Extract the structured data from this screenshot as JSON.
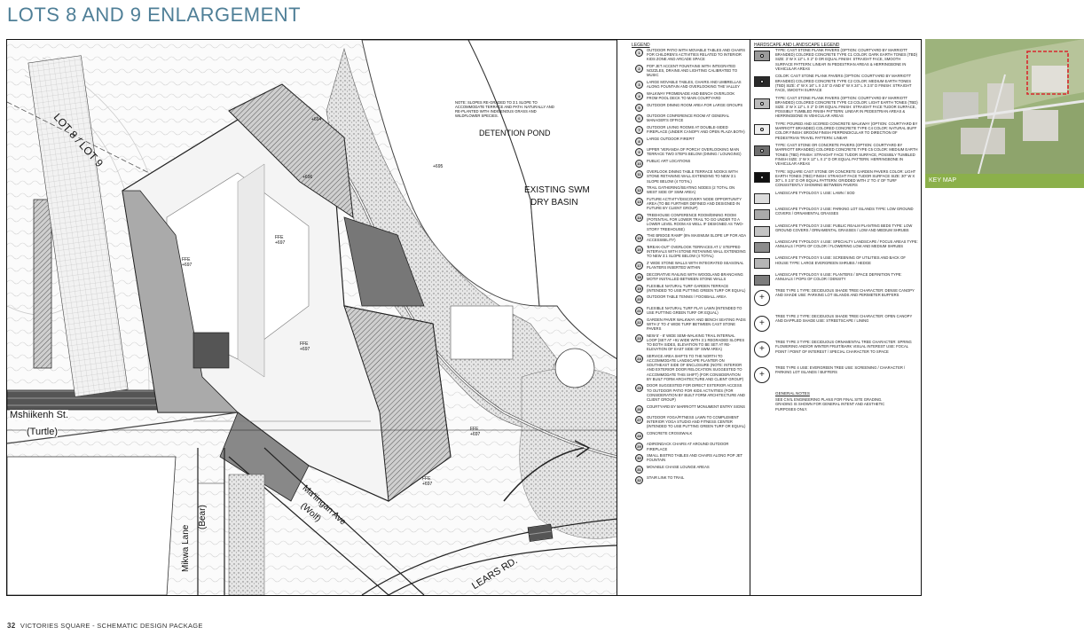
{
  "page": {
    "title": "LOTS 8 AND 9 ENLARGEMENT",
    "page_number": "32",
    "footer_text": "VICTORIES SQUARE - SCHEMATIC DESIGN PACKAGE"
  },
  "plan": {
    "labels": {
      "lot_boundary": "LOT 8 / LOT 9",
      "detention_pond": "DETENTION POND",
      "existing_swm": "EXISTING SWM",
      "dry_basin": "DRY BASIN",
      "street_mshiikenh": "Mshiikenh St.",
      "street_turtle": "(Turtle)",
      "street_mikwa": "Mikwa Lane",
      "street_bear": "(Bear)",
      "street_maiingan": "Ma'iingan Ave",
      "street_wolf": "(Wolf)",
      "lears_rd": "LEARS RD.",
      "slope_note": "NOTE: SLOPES RE-GRADED TO 3:1 SLOPE TO ACCOMMODATE TERRACE AND PATH. NATURALLY AND RE-PLANTED WITH INDIGENOUS GRASS AND WILDFLOWER SPECIES.",
      "ffe_1": "FFE +697",
      "ffe_2": "FFE +697",
      "ffe_3": "FFE +697",
      "ffe_4": "FFE +697",
      "ffe_5": "FFE +697",
      "elev_694": "+694",
      "elev_696": "+696",
      "elev_695": "+695"
    }
  },
  "legend": {
    "heading": "LEGEND",
    "items": [
      {
        "num": "1",
        "text": "OUTDOOR PATIO WITH MOVABLE TABLES AND CHAIRS FOR CHILDREN'S ACTIVITIES RELATED TO INTERIOR KIDS ZONE AND ARCADE SPACE"
      },
      {
        "num": "2",
        "text": "POP JET ACCENT FOUNTAINS WITH INTEGRATED NOZZLES, DRAINS AND LIGHTING CALIBRATED TO MUSIC"
      },
      {
        "num": "3",
        "text": "LARGE MOVABLE TABLES, CHAIRS AND UMBRELLAS ALONG FOUNTAIN AND OVERLOOKING THE VALLEY"
      },
      {
        "num": "4",
        "text": "WALKWAY PROMENADE AND BENCH OVERLOOK FROM POOL DECK TO MAIN COURTYARD"
      },
      {
        "num": "5",
        "text": "OUTDOOR DINING ROOM AREA FOR LARGE GROUPS"
      },
      {
        "num": "6",
        "text": "OUTDOOR CONFERENCE ROOM AT GENERAL MANAGER'S OFFICE"
      },
      {
        "num": "7",
        "text": "OUTDOOR LIVING ROOMS AT DOUBLE-SIDED FIREPLACE (UNDER CANOPY AND OPEN PLAZA BOTH)"
      },
      {
        "num": "8",
        "text": "LARGE OUTDOOR FIREPIT"
      },
      {
        "num": "9",
        "text": "UPPER 'VERANDA OF PORCH' OVERLOOKING MAIN TERRACE TWO STEPS BELOW (DINING / LOUNGING)"
      },
      {
        "num": "10",
        "text": "PUBLIC ART LOCATIONS"
      },
      {
        "num": "11",
        "text": "OVERLOOK DINING TABLE TERRACE NOOKS WITH STONE RETAINING WALL EXTENDING TO NEW 3:1 SLOPE BELOW (4 TOTAL)"
      },
      {
        "num": "12",
        "text": "TRAIL GATHERING/SEATING NODES (2 TOTAL ON WEST SIDE OF SWM AREA)"
      },
      {
        "num": "13",
        "text": "FUTURE ACTIVITY/DISCOVERY NODE OPPORTUNITY AREA (TO BE FURTHER DEFINED AND DESIGNED IN FUTURE BY CLIENT GROUP)"
      },
      {
        "num": "14",
        "text": "TREEHOUSE CONFERENCE ROOM/DINING ROOM (POTENTIAL FOR LOWER TRAIL TO GO UNDER TO A LOWER LEVEL ROOM AS WELL IF DESIGNED AS TWO-STORY TREEHOUSE)"
      },
      {
        "num": "15",
        "text": "'THE BRIDGE RAMP' (8% MAXIMUM SLOPE UP FOR ADA ACCESSIBILITY)"
      },
      {
        "num": "16",
        "text": "'BREAK-OUT' OVERLOOK TERRACES AT 1' STEPPED INTERVALS WITH STONE RETAINING WALL EXTENDING TO NEW 3:1 SLOPE BELOW (4 TOTAL)"
      },
      {
        "num": "17",
        "text": "2' WIDE STONE WALLS WITH INTEGRATED SEASONAL PLANTERS INSERTED WITHIN"
      },
      {
        "num": "18",
        "text": "DECORATIVE RAILING WITH WOODLAND BRANCHING MOTIF INSTALLED BETWEEN STONE WALLS"
      },
      {
        "num": "19",
        "text": "FLEXIBLE NATURAL TURF GARDEN TERRACE (INTENDED TO USE PUTTING GREEN TURF OR EQUAL)"
      },
      {
        "num": "20",
        "text": "OUTDOOR TABLE TENNIS / FOOSBALL AREA"
      },
      {
        "num": "21",
        "text": "FLEXIBLE NATURAL TURF PLAY LAWN (INTENDED TO USE PUTTING GREEN TURF OR EQUAL)"
      },
      {
        "num": "22",
        "text": "GARDEN PAVER WALKWAY AND BENCH SEATING PADS WITH 2' TO 4' WIDE TURF BETWEEN CAST STONE PAVERS"
      },
      {
        "num": "23",
        "text": "NEW 5' - 8' WIDE SEMI-WALKING TRAIL INTERNAL LOOP (SET AT +91 WIDE WITH 3:1 REGRADED SLOPES TO BOTH SIDES, ELEVATION TO BE SET AT RE-ELEVATION OF EAST SIDE OF SWM AREA)"
      },
      {
        "num": "24",
        "text": "SERVICE AREA SHIFTS TO THE NORTH TO ACCOMMODATE LANDSCAPE PLANTER ON SOUTHEAST SIDE OF ENCLOSURE (NOTE: INTERIOR AND EXTERIOR DOOR RELOCATION SUGGESTED TO ACCOMMODATE THIS SHIFT) (FOR CONSIDERATION BY BUILT FORM ARCHITECTURE AND CLIENT GROUP)"
      },
      {
        "num": "25",
        "text": "DOOR SUGGESTED FOR DIRECT EXTERIOR ACCESS TO OUTDOOR PATIO FOR KIDS ACTIVITIES (FOR CONSIDERATION BY BUILT FORM ARCHITECTURE AND CLIENT GROUP)"
      },
      {
        "num": "26",
        "text": "COURTYARD BY MARRIOTT MONUMENT ENTRY SIGNS"
      },
      {
        "num": "27",
        "text": "OUTDOOR YOGA/FITNESS LAWN TO COMPLEMENT INTERIOR YOGA STUDIO AND FITNESS CENTER (INTENDED TO USE PUTTING GREEN TURF OR EQUAL)"
      },
      {
        "num": "28",
        "text": "CONCRETE CROSSWALK"
      },
      {
        "num": "29",
        "text": "ADIRONDACK CHAIRS AT AROUND OUTDOOR FIREPLACE"
      },
      {
        "num": "30",
        "text": "SMALL BISTRO TABLES AND CHAIRS ALONG POP JET FOUNTAIN"
      },
      {
        "num": "31",
        "text": "MOVABLE CHAISE LOUNGE AREAS"
      },
      {
        "num": "32",
        "text": "STAIR LINK TO TRAIL"
      }
    ]
  },
  "hardscape": {
    "heading": "HARDSCAPE AND LANDSCAPE LEGEND",
    "items": [
      {
        "kind": "pave",
        "fill": "#9a9a9a",
        "text": "TYPE: CAST STONE PLANK PAVERS (OPTION: COURTYARD BY MARRIOTT BRANDED) COLORED CONCRETE TYPE C1 COLOR: DARK EARTH TONES (TBD) SIZE: 3' W X 12\" L X 2\" D OR EQUAL FINISH: STRAIGHT FACE, SMOOTH SURFACE PATTERN: LINEAR IN PEDESTRIAN AREAS & HERRINGBONE IN VEHICULAR AREAS"
      },
      {
        "kind": "pave",
        "fill": "#2a2a2a",
        "text": "COLOR: CAST STONE PLANK PAVERS (OPTION: COURTYARD BY MARRIOTT BRANDED) COLORED CONCRETE TYPE C2 COLOR: MEDIUM EARTH TONES (TBD) SIZE: 4\" W X 16\" L X 2.5\" D AND 6\" W X 24\" L X 2.5\" D FINISH: STRAIGHT FACE, SMOOTH SURFACE"
      },
      {
        "kind": "pave",
        "fill": "#bbbbbb",
        "text": "TYPE: CAST STONE PLANK PAVERS (OPTION: COURTYARD BY MARRIOTT BRANDED) COLORED CONCRETE TYPE C3 COLOR: LIGHT EARTH TONES (TBD) SIZE: 3' W X 12\" L X 2\" D OR EQUAL FINISH: STRAIGHT FACE TUDOR SURFACE, POSSIBLY TUMBLED FINISH PATTERN: LINEAR IN PEDESTRIAN AREAS & HERRINGBONE IN VEHICULAR AREAS"
      },
      {
        "kind": "pave",
        "fill": "#efefef",
        "text": "TYPE: POURED AND SCORED CONCRETE WALKWAY (OPTION: COURTYARD BY MARRIOTT BRANDED) COLORED CONCRETE TYPE C4 COLOR: NATURAL BUFF COLOR FINISH: BROOM FINISH PERPENDICULAR TO DIRECTION OF PEDESTRIAN TRAVEL PATTERN: LINEAR"
      },
      {
        "kind": "pave",
        "fill": "#6f6f6f",
        "text": "TYPE: CAST STONE OR CONCRETE PAVERS (OPTION: COURTYARD BY MARRIOTT BRANDED) COLORED CONCRETE TYPE C5 COLOR: MEDIUM EARTH TONES (TBD) FINISH: STRAIGHT FACE TUDOR SURFACE, POSSIBLY TUMBLED FINISH SIZE: 3' W X 12\" L X 2\" D OR EQUAL PATTERN: HERRINGBONE IN VEHICULAR AREAS"
      },
      {
        "kind": "pave",
        "fill": "#111111",
        "text": "TYPE: SQUARE CAST STONE OR CONCRETE GARDEN PAVERS COLOR: LIGHT EARTH TONES (TBD) FINISH: STRAIGHT FACE TUDOR SURFACE SIZE: 30\" W X 30\" L X 2.5\" D OR EQUAL PATTERN: GRIDDED WITH 2' TO 4' OF TURF CONSISTENTLY SHOWING BETWEEN PAVERS"
      },
      {
        "kind": "land",
        "fill": "#dcdcdc",
        "text": "LANDSCAPE TYPOLOGY 1 USE: LAWN / SOD"
      },
      {
        "kind": "land",
        "fill": "#a9a9a9",
        "text": "LANDSCAPE TYPOLOGY 2 USE: PARKING LOT ISLANDS TYPE: LOW GROUND COVERS / ORNAMENTAL GRASSES"
      },
      {
        "kind": "land",
        "fill": "#c4c4c4",
        "text": "LANDSCAPE TYPOLOGY 3 USE: PUBLIC REALM PLANTING BEDS TYPE: LOW GROUND COVERS / ORNAMENTAL GRASSES / LOW AND MEDIUM SHRUBS"
      },
      {
        "kind": "land",
        "fill": "#8c8c8c",
        "text": "LANDSCAPE TYPOLOGY 4 USE: SPECIALTY LANDSCAPE / FOCUS AREAS TYPE: ANNUALS / POPS OF COLOR / FLOWERING LOW AND MEDIUM SHRUBS"
      },
      {
        "kind": "land",
        "fill": "#b5b5b5",
        "text": "LANDSCAPE TYPOLOGY 5 USE: SCREENING OF UTILITIES AND BACK OF HOUSE TYPE: LARGE EVERGREEN SHRUBS / HEDGE"
      },
      {
        "kind": "land",
        "fill": "#7d7d7d",
        "text": "LANDSCAPE TYPOLOGY 6 USE: PLANTERS / SPACE DEFINITION TYPE: ANNUALS / POPS OF COLOR / DENSITY"
      },
      {
        "kind": "tree",
        "fill": "#ffffff",
        "text": "TREE TYPE 1 TYPE: DECIDUOUS SHADE TREE CHARACTER: DENSE CANOPY AND SHADE USE: PARKING LOT ISLANDS AND PERIMETER BUFFERS"
      },
      {
        "kind": "tree",
        "fill": "#ffffff",
        "text": "TREE TYPE 2 TYPE: DECIDUOUS SHADE TREE CHARACTER: OPEN CANOPY AND DAPPLED SHADE USE: STREETSCAPE / LINING"
      },
      {
        "kind": "tree",
        "fill": "#ffffff",
        "text": "TREE TYPE 3 TYPE: DECIDUOUS ORNAMENTAL TREE CHARACTER: SPRING FLOWERING AND/OR WINTER FRUIT/BARK VISUAL INTEREST USE: FOCAL POINT / POINT OF INTEREST / SPECIAL CHARACTER TO SPACE"
      },
      {
        "kind": "tree",
        "fill": "#ffffff",
        "text": "TREE TYPE 4 USE: EVERGREEN TREE USE: SCREENING / CHARACTER / PARKING LOT ISLANDS / BUFFERS"
      }
    ],
    "notes_heading": "GENERAL NOTES",
    "notes_text": "SEE CIVIL ENGINEERING PLANS FOR FINAL SITE GRADING. GRADING IS SHOWN FOR GENERAL INTENT AND AESTHETIC PURPOSES ONLY."
  },
  "keymap": {
    "caption": "KEY MAP"
  },
  "colors": {
    "title": "#4f7f97",
    "keymap_caption_bg": "#8bb04a",
    "keymap_highlight": "#d9262c"
  }
}
